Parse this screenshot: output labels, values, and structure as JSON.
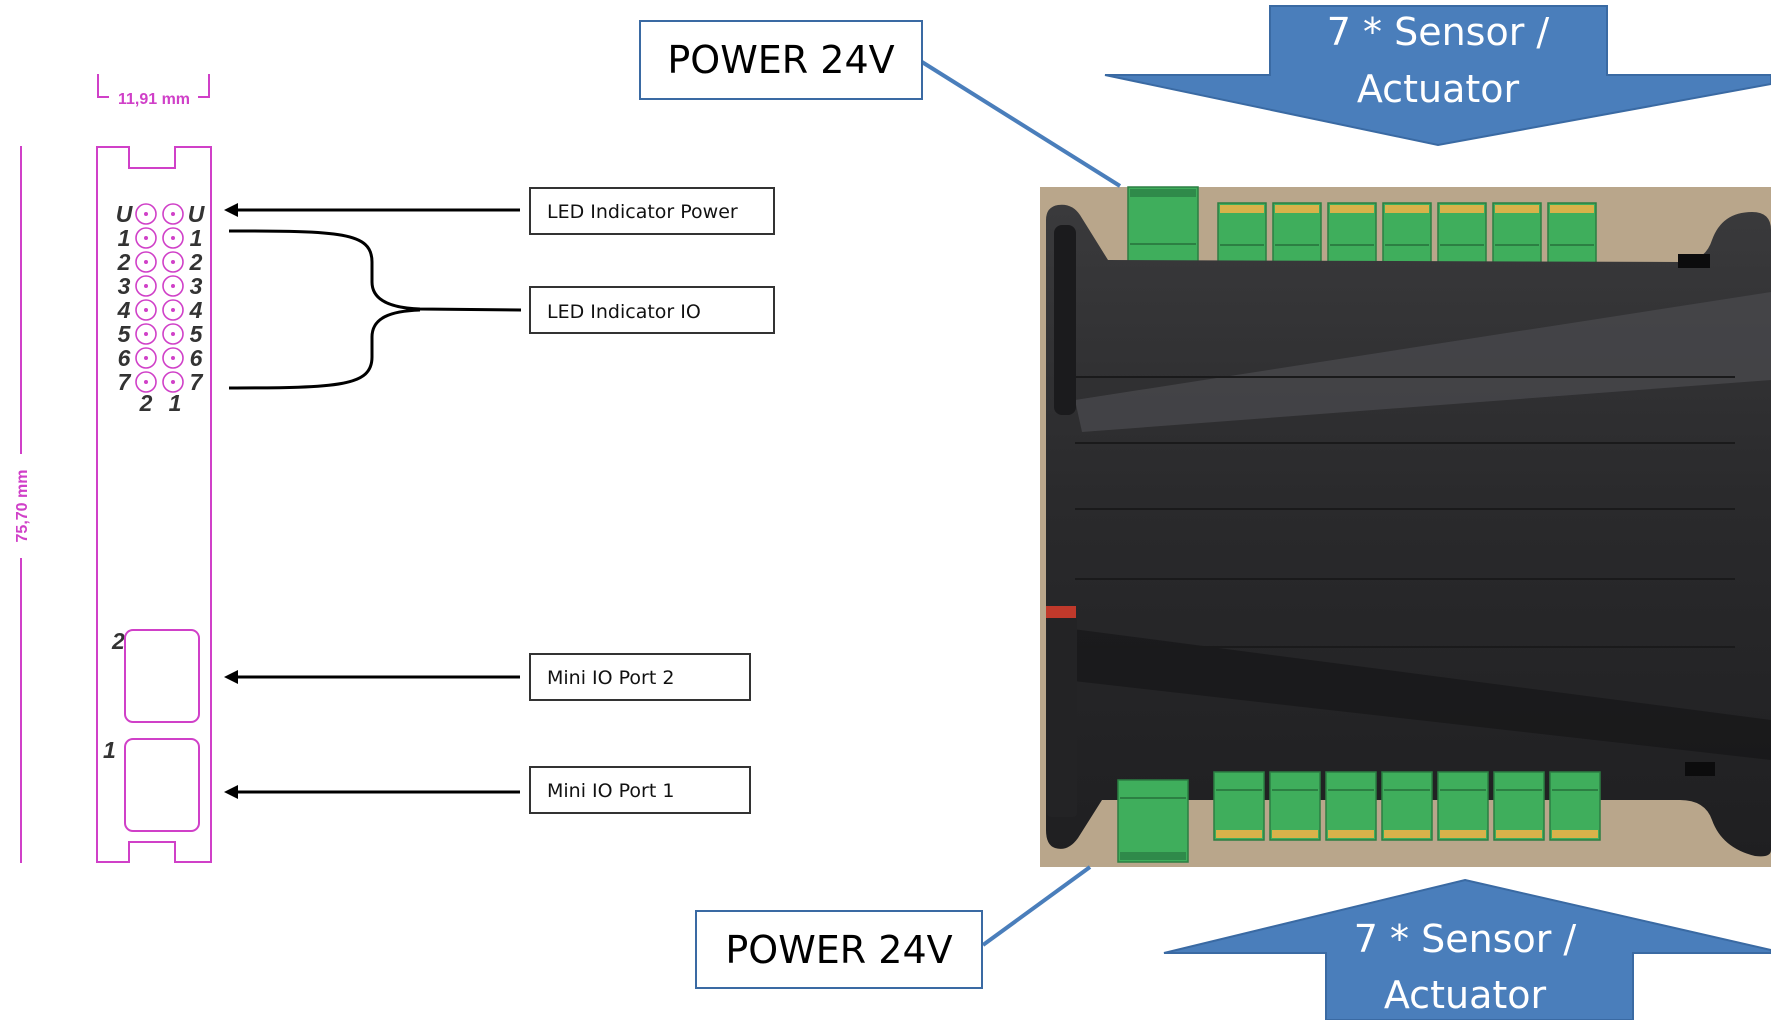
{
  "dimensions": {
    "width": "11,91 mm",
    "height": "75,70 mm"
  },
  "panel": {
    "pins_left": [
      "U",
      "1",
      "2",
      "3",
      "4",
      "5",
      "6",
      "7"
    ],
    "pins_right": [
      "U",
      "1",
      "2",
      "3",
      "4",
      "5",
      "6",
      "7"
    ],
    "bottom_numbers": [
      "2",
      "1"
    ],
    "port_numbers": [
      "2",
      "1"
    ]
  },
  "labels": {
    "led_power": "LED Indicator Power",
    "led_io": "LED Indicator IO",
    "mini_io_2": "Mini IO Port 2",
    "mini_io_1": "Mini IO Port 1",
    "power_top": "POWER 24V",
    "power_bottom": "POWER 24V"
  },
  "arrows": {
    "top": {
      "line1": "7 * Sensor /",
      "line2": "Actuator"
    },
    "bottom": {
      "line1": "7 * Sensor /",
      "line2": "Actuator"
    }
  },
  "colors": {
    "pink": "#d040c8",
    "arrow_fill": "#4a7ebb",
    "arrow_stroke": "#3a6aa3",
    "connector_green": "#3fae5c",
    "housing": "#2b2b2d",
    "backdrop": "#b9a68b"
  }
}
